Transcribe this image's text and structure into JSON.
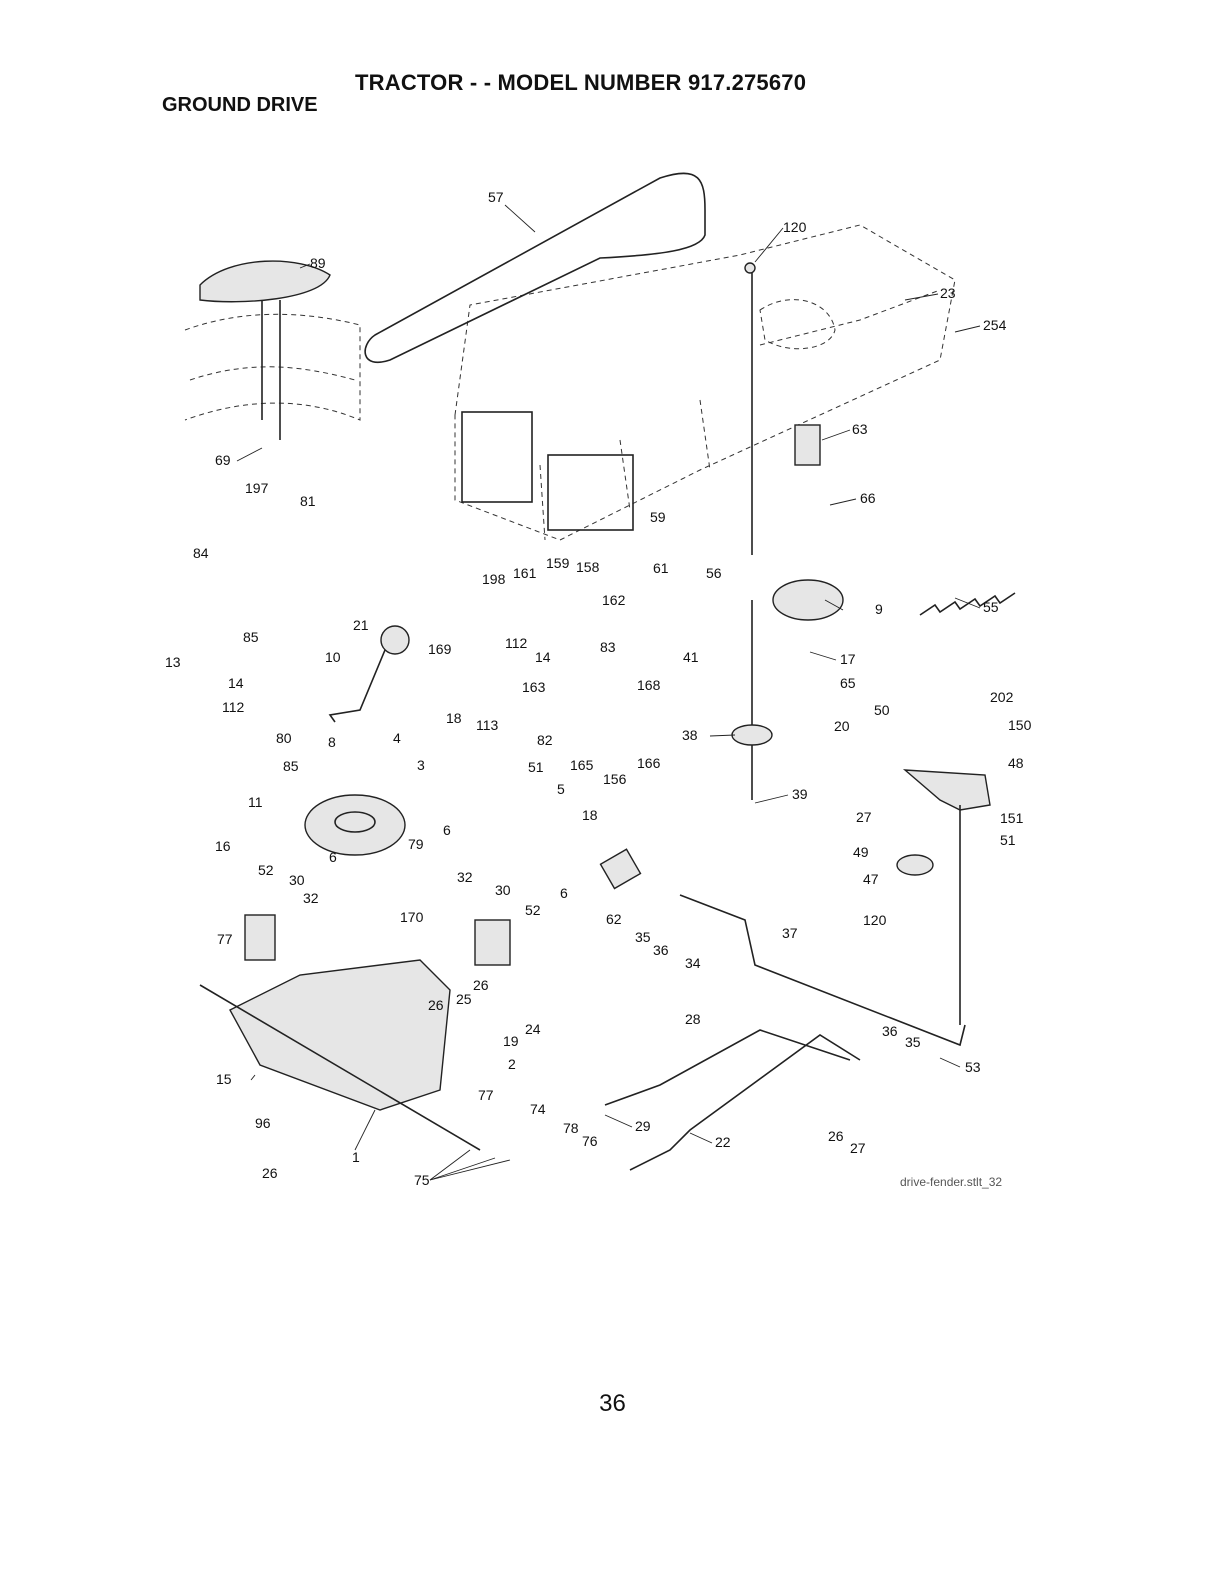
{
  "header": {
    "title": "TRACTOR - - MODEL NUMBER 917.275670",
    "subtitle": "GROUND DRIVE"
  },
  "diagram": {
    "reference": "drive-fender.stlt_32",
    "callouts": [
      {
        "id": "c57",
        "text": "57"
      },
      {
        "id": "c120a",
        "text": "120"
      },
      {
        "id": "c89",
        "text": "89"
      },
      {
        "id": "c23",
        "text": "23"
      },
      {
        "id": "c254",
        "text": "254"
      },
      {
        "id": "c63",
        "text": "63"
      },
      {
        "id": "c69",
        "text": "69"
      },
      {
        "id": "c197",
        "text": "197"
      },
      {
        "id": "c81",
        "text": "81"
      },
      {
        "id": "c66",
        "text": "66"
      },
      {
        "id": "c59",
        "text": "59"
      },
      {
        "id": "c84",
        "text": "84"
      },
      {
        "id": "c198",
        "text": "198"
      },
      {
        "id": "c161",
        "text": "161"
      },
      {
        "id": "c159",
        "text": "159"
      },
      {
        "id": "c158",
        "text": "158"
      },
      {
        "id": "c61",
        "text": "61"
      },
      {
        "id": "c56",
        "text": "56"
      },
      {
        "id": "c162",
        "text": "162"
      },
      {
        "id": "c55",
        "text": "55"
      },
      {
        "id": "c9",
        "text": "9"
      },
      {
        "id": "c85a",
        "text": "85"
      },
      {
        "id": "c21",
        "text": "21"
      },
      {
        "id": "c169",
        "text": "169"
      },
      {
        "id": "c112a",
        "text": "112"
      },
      {
        "id": "c83",
        "text": "83"
      },
      {
        "id": "c14a",
        "text": "14"
      },
      {
        "id": "c41",
        "text": "41"
      },
      {
        "id": "c17",
        "text": "17"
      },
      {
        "id": "c13",
        "text": "13"
      },
      {
        "id": "c10",
        "text": "10"
      },
      {
        "id": "c14b",
        "text": "14"
      },
      {
        "id": "c163",
        "text": "163"
      },
      {
        "id": "c168",
        "text": "168"
      },
      {
        "id": "c65",
        "text": "65"
      },
      {
        "id": "c202",
        "text": "202"
      },
      {
        "id": "c112b",
        "text": "112"
      },
      {
        "id": "c50",
        "text": "50"
      },
      {
        "id": "c150",
        "text": "150"
      },
      {
        "id": "c18a",
        "text": "18"
      },
      {
        "id": "c113",
        "text": "113"
      },
      {
        "id": "c80",
        "text": "80"
      },
      {
        "id": "c8",
        "text": "8"
      },
      {
        "id": "c4",
        "text": "4"
      },
      {
        "id": "c82",
        "text": "82"
      },
      {
        "id": "c20",
        "text": "20"
      },
      {
        "id": "c38",
        "text": "38"
      },
      {
        "id": "c48",
        "text": "48"
      },
      {
        "id": "c85b",
        "text": "85"
      },
      {
        "id": "c51a",
        "text": "51"
      },
      {
        "id": "c165",
        "text": "165"
      },
      {
        "id": "c166",
        "text": "166"
      },
      {
        "id": "c3",
        "text": "3"
      },
      {
        "id": "c156",
        "text": "156"
      },
      {
        "id": "c11",
        "text": "11"
      },
      {
        "id": "c5",
        "text": "5"
      },
      {
        "id": "c39",
        "text": "39"
      },
      {
        "id": "c18b",
        "text": "18"
      },
      {
        "id": "c27a",
        "text": "27"
      },
      {
        "id": "c151",
        "text": "151"
      },
      {
        "id": "c6a",
        "text": "6"
      },
      {
        "id": "c16",
        "text": "16"
      },
      {
        "id": "c79",
        "text": "79"
      },
      {
        "id": "c51b",
        "text": "51"
      },
      {
        "id": "c49",
        "text": "49"
      },
      {
        "id": "c6b",
        "text": "6"
      },
      {
        "id": "c52a",
        "text": "52"
      },
      {
        "id": "c47",
        "text": "47"
      },
      {
        "id": "c30a",
        "text": "30"
      },
      {
        "id": "c32a",
        "text": "32"
      },
      {
        "id": "c30b",
        "text": "30"
      },
      {
        "id": "c6c",
        "text": "6"
      },
      {
        "id": "c32b",
        "text": "32"
      },
      {
        "id": "c52b",
        "text": "52"
      },
      {
        "id": "c62",
        "text": "62"
      },
      {
        "id": "c170",
        "text": "170"
      },
      {
        "id": "c120b",
        "text": "120"
      },
      {
        "id": "c35a",
        "text": "35"
      },
      {
        "id": "c77a",
        "text": "77"
      },
      {
        "id": "c36a",
        "text": "36"
      },
      {
        "id": "c37",
        "text": "37"
      },
      {
        "id": "c34",
        "text": "34"
      },
      {
        "id": "c26a",
        "text": "26"
      },
      {
        "id": "c26b",
        "text": "26"
      },
      {
        "id": "c25",
        "text": "25"
      },
      {
        "id": "c24",
        "text": "24"
      },
      {
        "id": "c28",
        "text": "28"
      },
      {
        "id": "c19",
        "text": "19"
      },
      {
        "id": "c36b",
        "text": "36"
      },
      {
        "id": "c35b",
        "text": "35"
      },
      {
        "id": "c2",
        "text": "2"
      },
      {
        "id": "c53",
        "text": "53"
      },
      {
        "id": "c15",
        "text": "15"
      },
      {
        "id": "c77b",
        "text": "77"
      },
      {
        "id": "c74",
        "text": "74"
      },
      {
        "id": "c96",
        "text": "96"
      },
      {
        "id": "c29",
        "text": "29"
      },
      {
        "id": "c78",
        "text": "78"
      },
      {
        "id": "c76",
        "text": "76"
      },
      {
        "id": "c22",
        "text": "22"
      },
      {
        "id": "c26c",
        "text": "26"
      },
      {
        "id": "c27b",
        "text": "27"
      },
      {
        "id": "c1",
        "text": "1"
      },
      {
        "id": "c26d",
        "text": "26"
      },
      {
        "id": "c75",
        "text": "75"
      }
    ]
  },
  "footer": {
    "page_number": "36"
  }
}
